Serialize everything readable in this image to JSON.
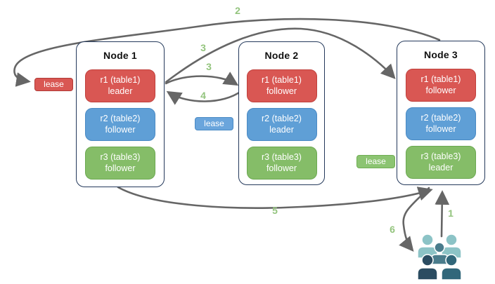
{
  "colors": {
    "red": "#D95753",
    "blue": "#5F9FD6",
    "green": "#85BD68",
    "node_border": "#24395B",
    "arrow": "#666666",
    "step_label": "#93C47D",
    "people": {
      "light": "#8CC3C6",
      "mid": "#4A7C8C",
      "dark_left": "#2B4C61",
      "dark_right": "#31677A"
    }
  },
  "nodes": [
    {
      "title": "Node 1",
      "replicas": [
        {
          "name": "r1 (table1)",
          "role": "leader",
          "color": "red"
        },
        {
          "name": "r2 (table2)",
          "role": "follower",
          "color": "blue"
        },
        {
          "name": "r3 (table3)",
          "role": "follower",
          "color": "green"
        }
      ]
    },
    {
      "title": "Node 2",
      "replicas": [
        {
          "name": "r1 (table1)",
          "role": "follower",
          "color": "red"
        },
        {
          "name": "r2 (table2)",
          "role": "leader",
          "color": "blue"
        },
        {
          "name": "r3 (table3)",
          "role": "follower",
          "color": "green"
        }
      ]
    },
    {
      "title": "Node 3",
      "replicas": [
        {
          "name": "r1 (table1)",
          "role": "follower",
          "color": "red"
        },
        {
          "name": "r2 (table2)",
          "role": "follower",
          "color": "blue"
        },
        {
          "name": "r3 (table3)",
          "role": "leader",
          "color": "green"
        }
      ]
    }
  ],
  "leases": [
    {
      "label": "lease",
      "color": "red"
    },
    {
      "label": "lease",
      "color": "blue"
    },
    {
      "label": "lease",
      "color": "green"
    }
  ],
  "arrows": [
    {
      "label": "1",
      "from": "users",
      "to": "node3"
    },
    {
      "label": "2",
      "from": "node3",
      "to": "r1 lease on node1"
    },
    {
      "label": "3",
      "from": "node1 r1 leader",
      "to": "node3 r1 follower"
    },
    {
      "label": "3",
      "from": "node1 r1 leader",
      "to": "node2 r1 follower"
    },
    {
      "label": "4",
      "from": "node2 r1 follower",
      "to": "node1 r1 leader"
    },
    {
      "label": "5",
      "from": "node1",
      "to": "node3"
    },
    {
      "label": "6",
      "from": "node3",
      "to": "users"
    }
  ],
  "users_icon": "people-group"
}
